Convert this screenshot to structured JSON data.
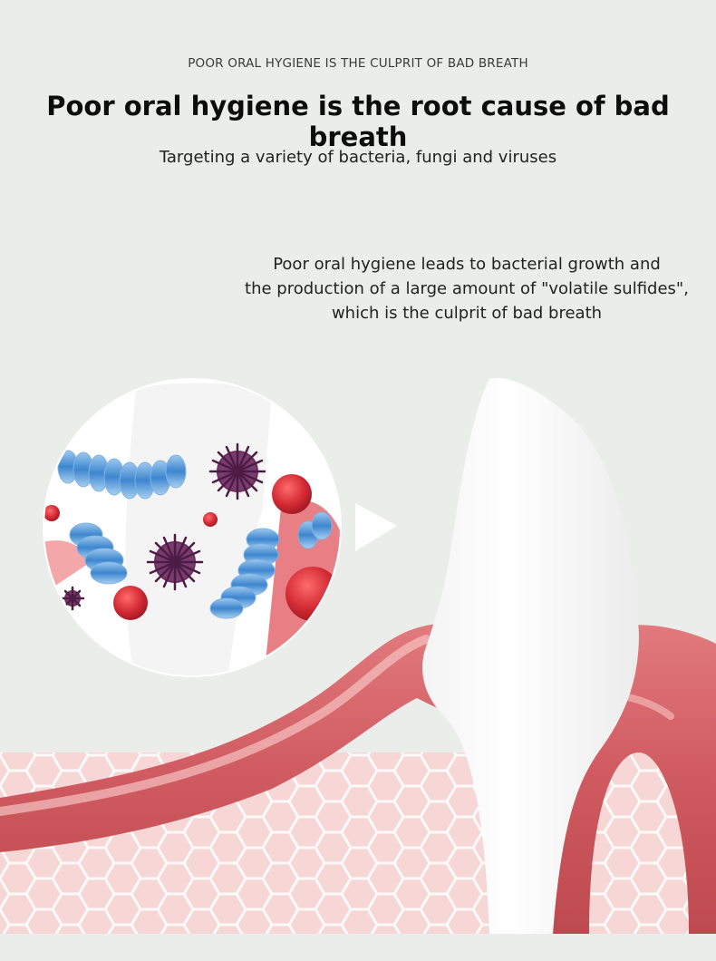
{
  "header": {
    "eyebrow": "POOR ORAL HYGIENE IS THE CULPRIT OF BAD BREATH",
    "headline": "Poor oral hygiene is the root cause of bad breath",
    "subhead": "Targeting a variety of bacteria, fungi and viruses"
  },
  "description": {
    "lines": [
      "Poor oral hygiene leads to bacterial growth and",
      "the production of a large amount of \"volatile sulfides\",",
      "which is the culprit of bad breath"
    ]
  },
  "illustration": {
    "icons": [
      "bacteria-cluster-icon",
      "play-arrow-icon",
      "tooth-icon",
      "gum-icon"
    ],
    "colors": {
      "background": "#ebedea",
      "gum": "#cf5a5f",
      "gum_light": "#f3b8b8",
      "bacteria_blue": "#4a93d6",
      "virus_purple": "#6b2f5e",
      "cell_red": "#c9232e",
      "tooth": "#ffffff"
    }
  }
}
